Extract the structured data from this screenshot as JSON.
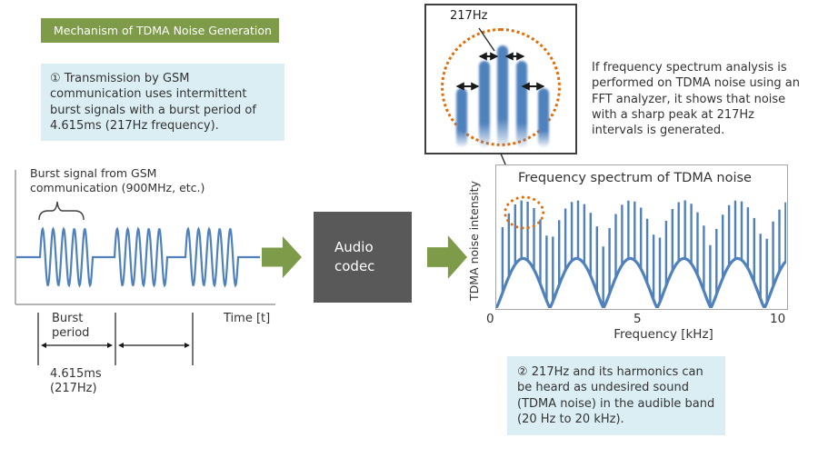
{
  "header": {
    "title": "Mechanism of TDMA Noise Generation"
  },
  "notes": {
    "step1": "① Transmission by GSM communication uses intermittent burst signals with a burst period of 4.615ms (217Hz frequency).",
    "fft": "If frequency spectrum analysis is performed on TDMA noise using an FFT analyzer, it shows that noise with a sharp peak at 217Hz intervals is generated.",
    "step2": "② 217Hz and its harmonics can be heard as undesired sound (TDMA noise) in the audible band (20 Hz to 20 kHz)."
  },
  "burst_diagram": {
    "signal_label": "Burst signal from GSM communication (900MHz, etc.)",
    "time_axis_label": "Time [t]",
    "burst_period_label": "Burst period",
    "period_value": "4.615ms",
    "period_frequency": "(217Hz)"
  },
  "codec_box": {
    "label": "Audio codec"
  },
  "inset": {
    "frequency_label": "217Hz"
  },
  "chart_data": [
    {
      "type": "line",
      "subtype": "burst_waveform",
      "title": "Burst signal from GSM communication (900MHz, etc.)",
      "xlabel": "Time [t]",
      "bursts": 3,
      "cycles_per_burst": 5,
      "burst_period_ms": 4.615,
      "burst_frequency_hz": 217,
      "carrier": "900MHz",
      "grid": false
    },
    {
      "type": "line",
      "subtype": "comb_spectrum",
      "title": "Frequency spectrum of TDMA noise",
      "xlabel": "Frequency [kHz]",
      "ylabel": "TDMA noise intensity",
      "xlim": [
        0,
        10
      ],
      "xticks": [
        "0",
        "5",
        "10"
      ],
      "line_spacing_khz": 0.217,
      "envelope_null_spacing_khz": 1.85,
      "needle_top_min_frac": 0.42,
      "needle_top_max_frac": 0.76,
      "arch_peak_frac": 0.35,
      "grid": false,
      "highlight": {
        "center_khz": 0.93,
        "meaning": "sharp peaks at 217Hz intervals"
      }
    }
  ],
  "colors": {
    "green_accent": "#7d9b49",
    "signal_blue": "#4f81bd",
    "note_bg": "#daeef3",
    "codec_gray": "#595959",
    "highlight_orange": "#e36c0a",
    "axis_gray": "#a6a6a6",
    "text_dark": "#333333"
  }
}
